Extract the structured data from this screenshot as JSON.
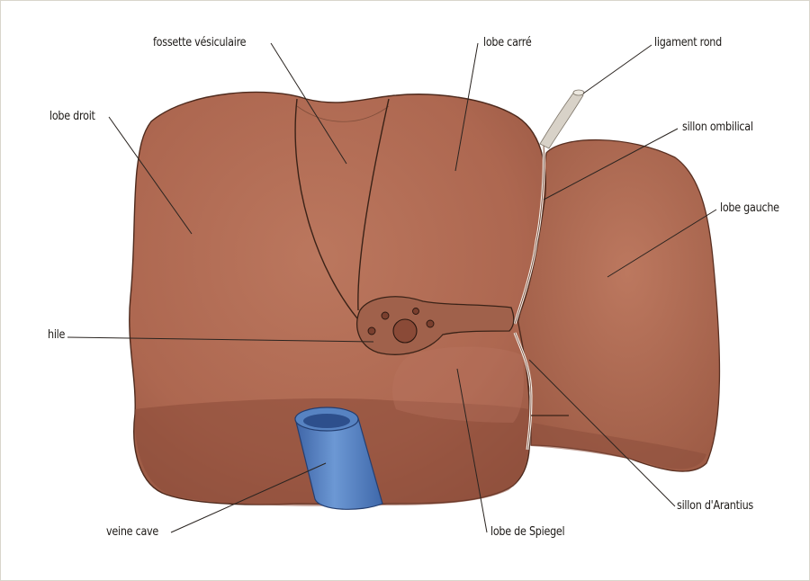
{
  "labels": {
    "fossette_vesiculaire": "fossette vésiculaire",
    "lobe_carre": "lobe carré",
    "ligament_rond": "ligament rond",
    "lobe_droit": "lobe droit",
    "sillon_ombilical": "sillon ombilical",
    "lobe_gauche": "lobe gauche",
    "hile": "hile",
    "veine_cave": "veine cave",
    "lobe_de_spiegel": "lobe de Spiegel",
    "sillon_arantius": "sillon d'Arantius"
  },
  "colors": {
    "liver": "#b06b53",
    "liver_shadow": "#8f4f3c",
    "vena_cava": "#5a86c6",
    "outline": "#3a2217",
    "leader": "#2a2420"
  }
}
